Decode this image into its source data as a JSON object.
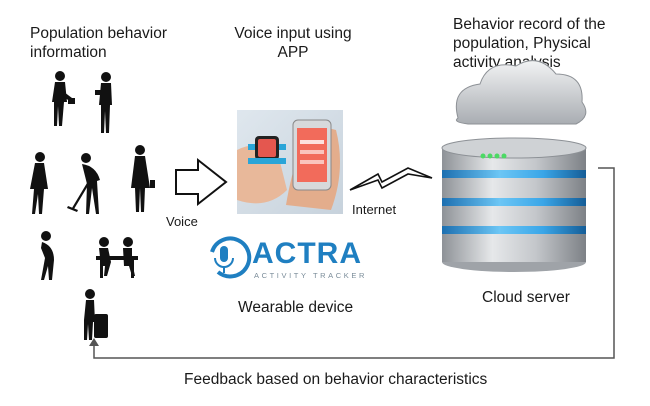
{
  "labels": {
    "population_info": "Population behavior information",
    "voice_input": "Voice input using APP",
    "behavior_record": "Behavior record of the population, Physical activity analysis",
    "voice": "Voice",
    "internet": "Internet",
    "wearable_device": "Wearable device",
    "cloud_server": "Cloud server",
    "feedback": "Feedback based on behavior characteristics"
  },
  "logo": {
    "name": "ACTRA",
    "tagline": "ACTIVITY TRACKER",
    "color": "#1f7fc1"
  },
  "colors": {
    "server_blue": "#3aa6e8",
    "server_metal": "#b9bcc0",
    "led_green": "#4cd964",
    "arrow_line": "#555555",
    "silhouette": "#111111"
  },
  "icons": {
    "people": "person-silhouette-icon",
    "phone": "smartphone-icon",
    "watch": "smartwatch-icon",
    "cloud": "cloud-icon",
    "server": "server-stack-icon",
    "lightning": "lightning-icon",
    "microphone": "microphone-icon"
  }
}
